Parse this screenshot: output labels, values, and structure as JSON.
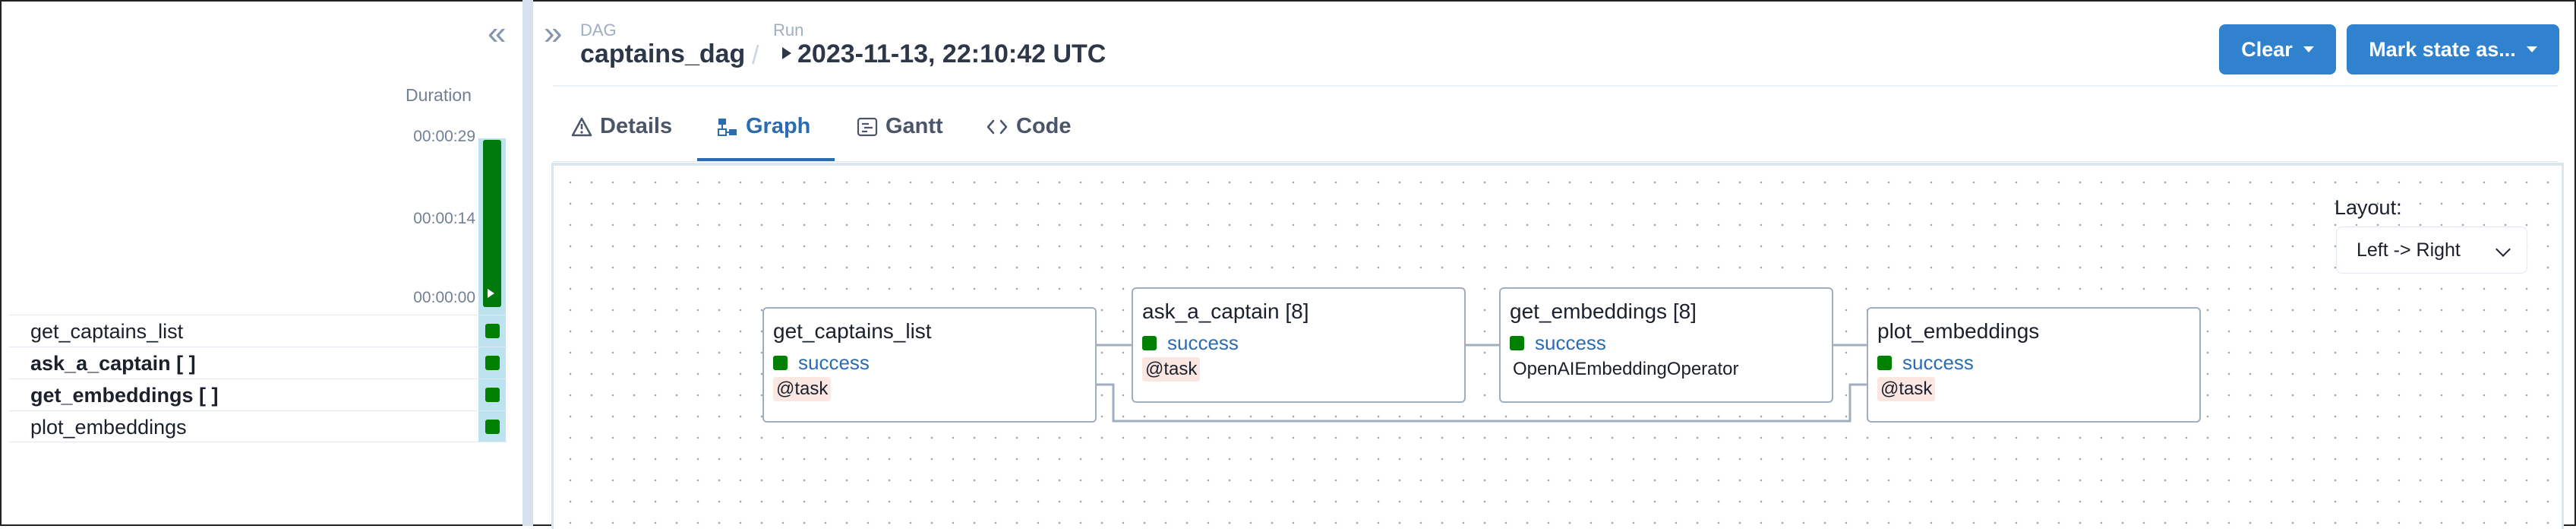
{
  "grid": {
    "duration_title": "Duration",
    "ticks": [
      "00:00:29",
      "00:00:14",
      "00:00:00"
    ],
    "tasks": [
      {
        "name": "get_captains_list",
        "bold": false
      },
      {
        "name": "ask_a_captain [ ]",
        "bold": true
      },
      {
        "name": "get_embeddings [ ]",
        "bold": true
      },
      {
        "name": "plot_embeddings",
        "bold": false
      }
    ]
  },
  "header": {
    "dag_label": "DAG",
    "dag_id": "captains_dag",
    "separator": "/",
    "run_label": "Run",
    "run_id": "2023-11-13, 22:10:42 UTC",
    "clear_label": "Clear",
    "mark_state_label": "Mark state as..."
  },
  "tabs": [
    {
      "label": "Details",
      "icon": "warning-icon",
      "active": false
    },
    {
      "label": "Graph",
      "icon": "graph-icon",
      "active": true
    },
    {
      "label": "Gantt",
      "icon": "gantt-icon",
      "active": false
    },
    {
      "label": "Code",
      "icon": "code-icon",
      "active": false
    }
  ],
  "graph": {
    "layout_label": "Layout:",
    "layout_value": "Left -> Right",
    "nodes": [
      {
        "name": "get_captains_list",
        "status": "success",
        "operator": "@task"
      },
      {
        "name": "ask_a_captain [8]",
        "status": "success",
        "operator": "@task"
      },
      {
        "name": "get_embeddings [8]",
        "status": "success",
        "operator": "OpenAIEmbeddingOperator"
      },
      {
        "name": "plot_embeddings",
        "status": "success",
        "operator": "@task"
      }
    ]
  },
  "colors": {
    "success": "#008000",
    "primary_button": "#3182ce",
    "active_tab": "#2b6cb0",
    "duration_bar": "#007a0c"
  }
}
